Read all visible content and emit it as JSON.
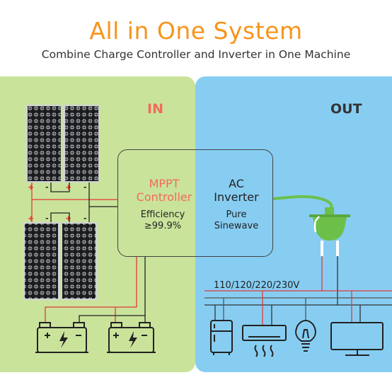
{
  "header": {
    "title": "All in One System",
    "subtitle": "Combine Charge Controller and Inverter in One Machine"
  },
  "sections": {
    "in_label": "IN",
    "out_label": "OUT"
  },
  "controller": {
    "title_line1": "MPPT",
    "title_line2": "Controller",
    "spec_line1": "Efficiency",
    "spec_line2": "≥99.9%"
  },
  "inverter": {
    "title_line1": "AC",
    "title_line2": "Inverter",
    "spec_line1": "Pure",
    "spec_line2": "Sinewave"
  },
  "voltage_label": "110/120/220/230V",
  "colors": {
    "title": "#f7941d",
    "in_panel": "#c9e39b",
    "out_panel": "#87cdf2",
    "in_label": "#f26b5b",
    "positive_wire": "#e53935",
    "plug": "#6cc04a"
  },
  "icons": [
    "solar-panel-icon",
    "battery-icon",
    "plug-icon",
    "fridge-icon",
    "air-conditioner-icon",
    "light-bulb-icon",
    "monitor-icon"
  ]
}
